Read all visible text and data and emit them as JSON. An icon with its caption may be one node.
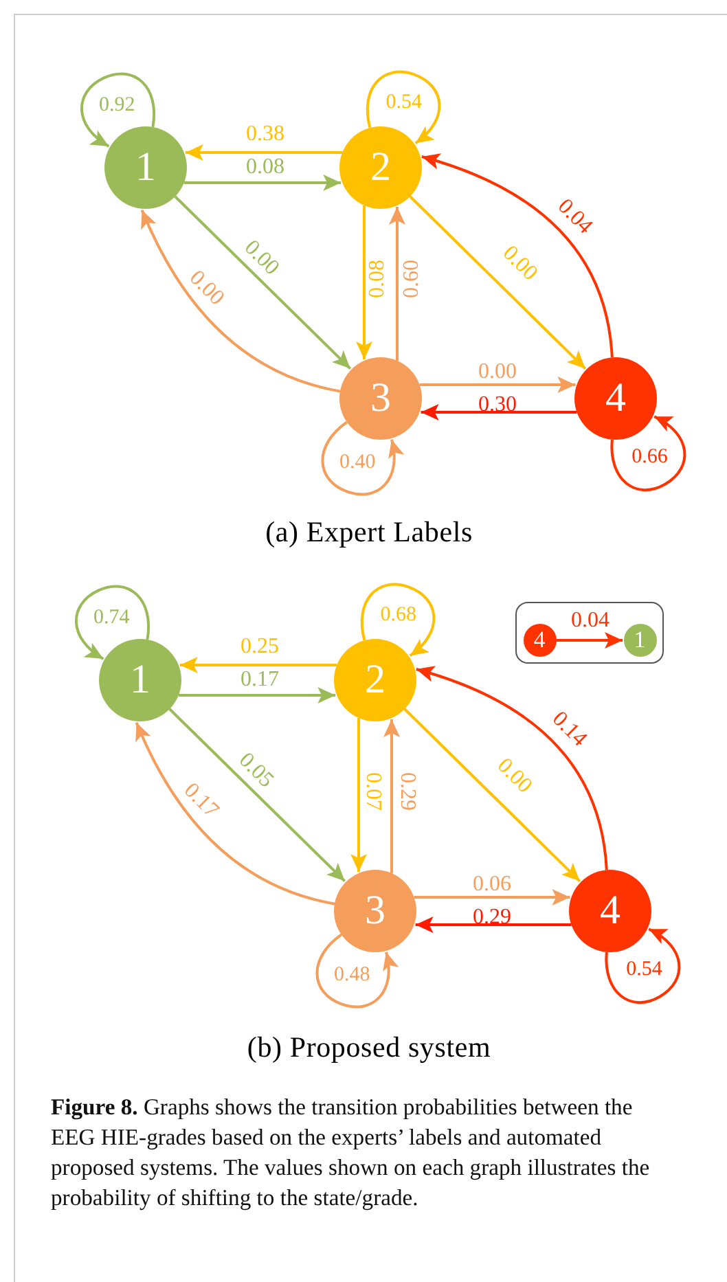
{
  "diagram": {
    "nodes": [
      {
        "text": [
          "1"
        ]
      },
      {
        "text": [
          "2"
        ]
      },
      {
        "text": [
          "3"
        ]
      },
      {
        "text": [
          "4"
        ]
      },
      {
        "text": [
          "1"
        ]
      },
      {
        "text": [
          "2"
        ]
      },
      {
        "text": [
          "3"
        ]
      },
      {
        "text": [
          "4"
        ]
      },
      {
        "text": [],
        "shape": "box"
      },
      {
        "text": [
          "4"
        ],
        "in": 8
      },
      {
        "text": [
          "1"
        ],
        "in": 8
      }
    ],
    "edges": [
      {
        "from": 0,
        "to": 0,
        "arrow": "to",
        "label": "0.92",
        "color": "#9bbb59"
      },
      {
        "from": 1,
        "to": 0,
        "arrow": "to",
        "label": "0.38",
        "color": "#ffc000"
      },
      {
        "from": 0,
        "to": 1,
        "arrow": "to",
        "label": "0.08",
        "color": "#9bbb59"
      },
      {
        "from": 0,
        "to": 2,
        "arrow": "to",
        "label": "0.00",
        "color": "#9bbb59"
      },
      {
        "from": 2,
        "to": 0,
        "arrow": "to",
        "label": "0.00",
        "color": "#f59d5a"
      },
      {
        "from": 1,
        "to": 2,
        "arrow": "to",
        "label": "0.08",
        "color": "#ffc000"
      },
      {
        "from": 2,
        "to": 1,
        "arrow": "to",
        "label": "0.60",
        "color": "#f59d5a"
      },
      {
        "from": 1,
        "to": 3,
        "arrow": "to",
        "label": "0.00",
        "color": "#ffc000"
      },
      {
        "from": 3,
        "to": 1,
        "arrow": "to",
        "label": "0.04",
        "color": "#ff3300"
      },
      {
        "from": 2,
        "to": 3,
        "arrow": "to",
        "label": "0.00",
        "color": "#f59d5a"
      },
      {
        "from": 3,
        "to": 2,
        "arrow": "to",
        "label": "0.30",
        "color": "#ff1a00"
      },
      {
        "from": 1,
        "to": 1,
        "arrow": "to",
        "label": "0.54",
        "color": "#ffc000"
      },
      {
        "from": 2,
        "to": 2,
        "arrow": "to",
        "label": "0.40",
        "color": "#f59d5a"
      },
      {
        "from": 3,
        "to": 3,
        "arrow": "to",
        "label": "0.66",
        "color": "#ff3300"
      },
      {
        "from": 4,
        "to": 4,
        "arrow": "to",
        "label": "0.74",
        "color": "#9bbb59"
      },
      {
        "from": 5,
        "to": 4,
        "arrow": "to",
        "label": "0.25",
        "color": "#ffc000"
      },
      {
        "from": 4,
        "to": 5,
        "arrow": "to",
        "label": "0.17",
        "color": "#9bbb59"
      },
      {
        "from": 4,
        "to": 6,
        "arrow": "to",
        "label": "0.05",
        "color": "#9bbb59"
      },
      {
        "from": 6,
        "to": 4,
        "arrow": "to",
        "label": "0.17",
        "color": "#f59d5a"
      },
      {
        "from": 5,
        "to": 6,
        "arrow": "to",
        "label": "0.07",
        "color": "#ffc000"
      },
      {
        "from": 6,
        "to": 5,
        "arrow": "to",
        "label": "0.29",
        "color": "#f59d5a"
      },
      {
        "from": 5,
        "to": 7,
        "arrow": "to",
        "label": "0.00",
        "color": "#ffc000"
      },
      {
        "from": 7,
        "to": 5,
        "arrow": "to",
        "label": "0.14",
        "color": "#ff3300"
      },
      {
        "from": 6,
        "to": 7,
        "arrow": "to",
        "label": "0.06",
        "color": "#f59d5a"
      },
      {
        "from": 7,
        "to": 6,
        "arrow": "to",
        "label": "0.29",
        "color": "#ff1a00"
      },
      {
        "from": 5,
        "to": 5,
        "arrow": "to",
        "label": "0.68",
        "color": "#ffc000"
      },
      {
        "from": 6,
        "to": 6,
        "arrow": "to",
        "label": "0.48",
        "color": "#f59d5a"
      },
      {
        "from": 7,
        "to": 7,
        "arrow": "to",
        "label": "0.54",
        "color": "#ff3300"
      },
      {
        "from": 9,
        "to": 10,
        "arrow": "to",
        "label": "0.04",
        "color": "#ff3300"
      }
    ],
    "labels": [
      "(a) Expert Labels",
      "(b) Proposed system"
    ],
    "caption": "**Figure 8.** Graphs shows the transition probabilities between the EEG HIE-grades based on the experts’ labels and automated proposed systems. The values shown on each graph illustrates the probability of shifting to the state/grade."
  }
}
